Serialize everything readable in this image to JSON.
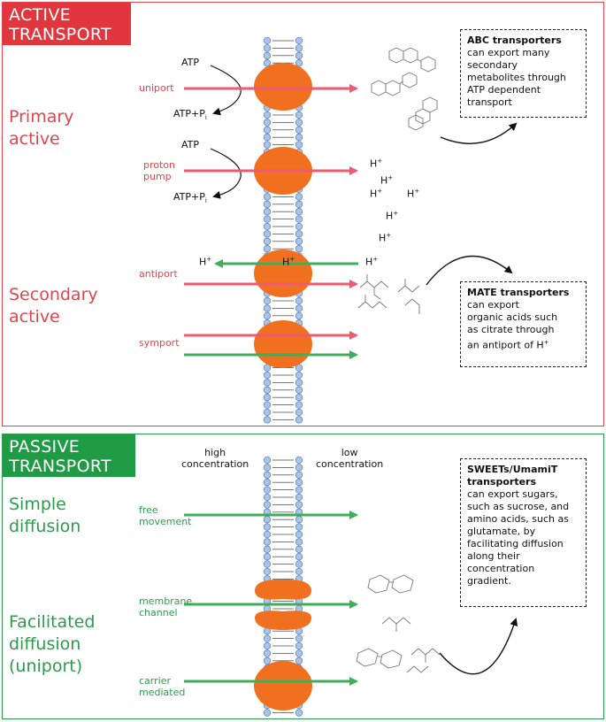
{
  "active": {
    "banner": [
      "ACTIVE",
      "TRANSPORT"
    ],
    "primary_label": [
      "Primary",
      "active"
    ],
    "secondary_label": [
      "Secondary",
      "active"
    ],
    "uniport_label": "uniport",
    "proton_pump_label": [
      "proton",
      "pump"
    ],
    "antiport_label": "antiport",
    "symport_label": "symport",
    "atp_top_1": "ATP",
    "atp_bottom_1": "ATP+P",
    "atp_top_2": "ATP",
    "atp_bottom_2": "ATP+P",
    "pi_subscript": "i",
    "h_ion": "H",
    "h_sup": "+",
    "abc_box": {
      "title": "ABC transporters",
      "body": [
        "can export many",
        "secondary",
        "metabolites through",
        "ATP dependent",
        "transport"
      ]
    },
    "mate_box": {
      "title": "MATE transporters",
      "body": [
        "can export",
        "organic acids such",
        "as citrate through",
        "an antiport of H"
      ]
    }
  },
  "passive": {
    "banner": [
      "PASSIVE",
      "TRANSPORT"
    ],
    "simple_label": [
      "Simple",
      "diffusion"
    ],
    "facilitated_label": [
      "Facilitated",
      "diffusion",
      "(uniport)"
    ],
    "high_conc": [
      "high",
      "concentration"
    ],
    "low_conc": [
      "low",
      "concentration"
    ],
    "free_movement": [
      "free",
      "movement"
    ],
    "membrane_channel": [
      "membrane",
      "channel"
    ],
    "carrier_mediated": [
      "carrier",
      "mediated"
    ],
    "sweets_box": {
      "title": [
        "SWEETs/UmamiT",
        "transporters"
      ],
      "body": [
        "can export sugars,",
        "such as sucrose, and",
        "amino acids, such as",
        "glutamate, by",
        "facilitating diffusion",
        "along their",
        "concentration",
        "gradient."
      ]
    }
  },
  "colors": {
    "red": "#e2454c",
    "green": "#2e9a4e",
    "orange": "#f07020",
    "membrane_blue": "#a9c4e8",
    "arrow_red": "#ee5a6e",
    "arrow_green": "#3fae5a"
  }
}
